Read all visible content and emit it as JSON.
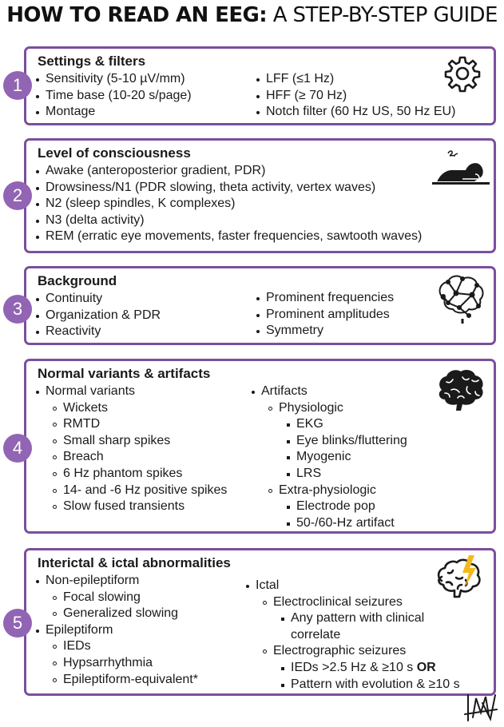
{
  "title": {
    "bold": "HOW TO READ AN EEG:",
    "light": " A STEP-BY-STEP GUIDE"
  },
  "steps": [
    {
      "number": "1",
      "heading": "Settings & filters",
      "icon": "gear-icon",
      "left": [
        "Sensitivity (5-10 µV/mm)",
        "Time base (10-20 s/page)",
        "Montage"
      ],
      "right": [
        "LFF (≤1 Hz)",
        "HFF (≥ 70 Hz)",
        "Notch filter (60 Hz US, 50 Hz EU)"
      ]
    },
    {
      "number": "2",
      "heading": "Level of consciousness",
      "icon": "sleeping-person-icon",
      "items": [
        "Awake (anteroposterior gradient, PDR)",
        "Drowsiness/N1 (PDR slowing, theta activity, vertex waves)",
        "N2 (sleep spindles, K complexes)",
        "N3 (delta activity)",
        "REM (erratic eye movements, faster frequencies, sawtooth waves)"
      ]
    },
    {
      "number": "3",
      "heading": "Background",
      "icon": "neural-network-brain-icon",
      "left": [
        "Continuity",
        "Organization & PDR",
        "Reactivity"
      ],
      "right": [
        "Prominent frequencies",
        "Prominent amplitudes",
        "Symmetry"
      ]
    },
    {
      "number": "4",
      "heading": "Normal variants & artifacts",
      "icon": "brain-icon",
      "left": {
        "label": "Normal variants",
        "items": [
          "Wickets",
          "RMTD",
          "Small sharp spikes",
          "Breach",
          "6 Hz phantom spikes",
          "14- and -6 Hz positive spikes",
          "Slow fused transients"
        ]
      },
      "right": {
        "label": "Artifacts",
        "physiologic": {
          "label": "Physiologic",
          "items": [
            "EKG",
            "Eye blinks/fluttering",
            "Myogenic",
            "LRS"
          ]
        },
        "extra": {
          "label": "Extra-physiologic",
          "items": [
            "Electrode pop",
            "50-/60-Hz artifact"
          ]
        }
      }
    },
    {
      "number": "5",
      "heading": "Interictal & ictal abnormalities",
      "icon": "brain-lightning-icon",
      "left": {
        "non_label": "Non-epileptiform",
        "non_items": [
          "Focal slowing",
          "Generalized slowing"
        ],
        "epi_label": "Epileptiform",
        "epi_items": [
          "IEDs",
          "Hypsarrhythmia",
          "Epileptiform-equivalent*"
        ]
      },
      "right": {
        "label": "Ictal",
        "clinical_label": "Electroclinical seizures",
        "clinical_items": [
          "Any pattern with clinical",
          "correlate"
        ],
        "graphic_label": "Electrographic seizures",
        "graphic_item1": "IEDs >2.5 Hz & ≥10 s ",
        "graphic_item1_bold": "OR",
        "graphic_item2": "Pattern with evolution & ≥10 s"
      }
    }
  ],
  "signature_icon": "signature-icon",
  "colors": {
    "accent": "#7b4f9e",
    "badge": "#9264b4",
    "bolt": "#f5b81c"
  }
}
